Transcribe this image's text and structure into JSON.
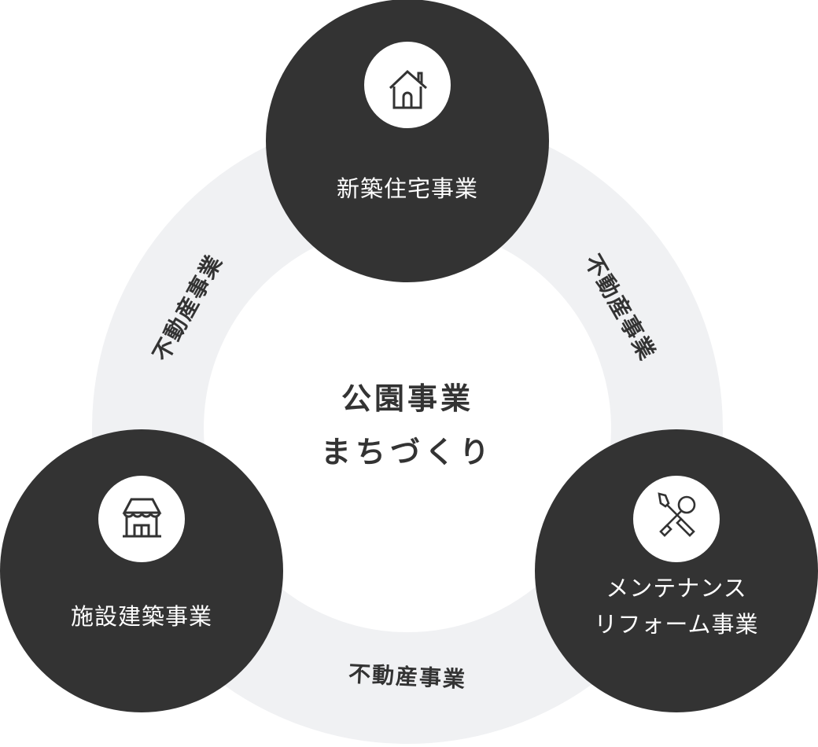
{
  "center": {
    "line1": "公園事業",
    "line2": "まちづくり"
  },
  "nodes": {
    "top": {
      "label": "新築住宅事業",
      "icon": "house-icon"
    },
    "left": {
      "label": "施設建築事業",
      "icon": "store-icon"
    },
    "right": {
      "line1": "メンテナンス",
      "line2": "リフォーム事業",
      "icon": "tools-icon"
    }
  },
  "links": {
    "left": "不動産事業",
    "right": "不動産事業",
    "bottom": "不動産事業"
  },
  "colors": {
    "ring": "#f0f1f3",
    "node": "#333333",
    "text": "#333333",
    "white": "#ffffff"
  }
}
